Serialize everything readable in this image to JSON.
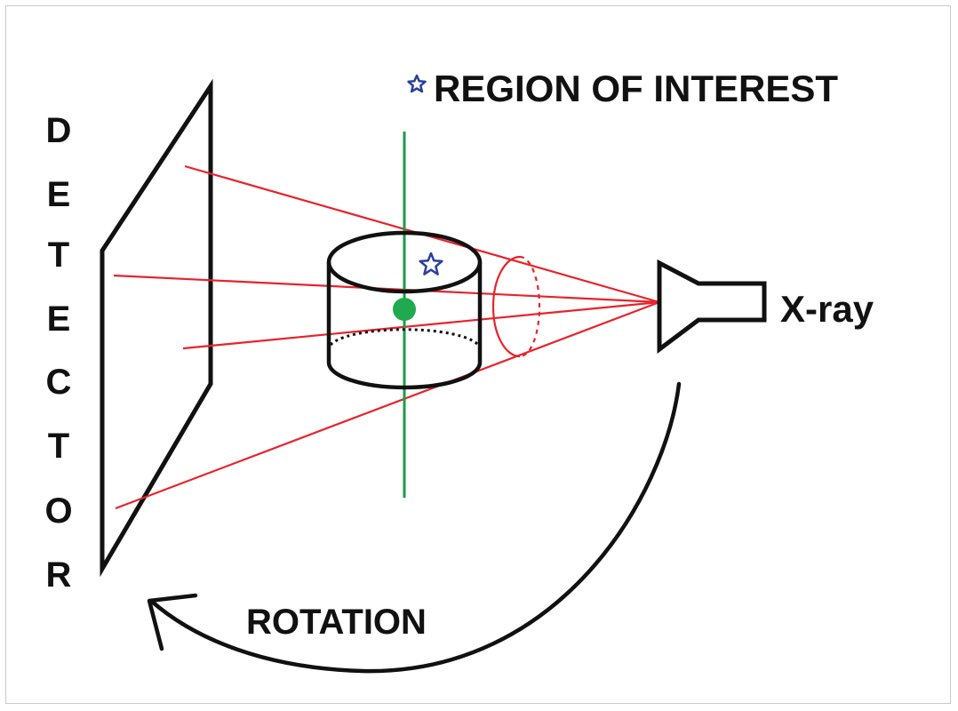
{
  "labels": {
    "detector_letters": [
      "D",
      "E",
      "T",
      "E",
      "C",
      "T",
      "O",
      "R"
    ],
    "region_of_interest": "REGION OF INTEREST",
    "source": "X-ray",
    "rotation": "ROTATION"
  },
  "icons": {
    "legend_marker": "star-icon",
    "roi_marker": "star-icon",
    "isocenter": "dot-icon"
  },
  "colors": {
    "beam": "#e8232a",
    "axis": "#1f9a4a",
    "isocenter": "#1faa4f",
    "star": "#2a3f9c",
    "outline": "#111111",
    "frame_border": "#c9c9c9"
  }
}
